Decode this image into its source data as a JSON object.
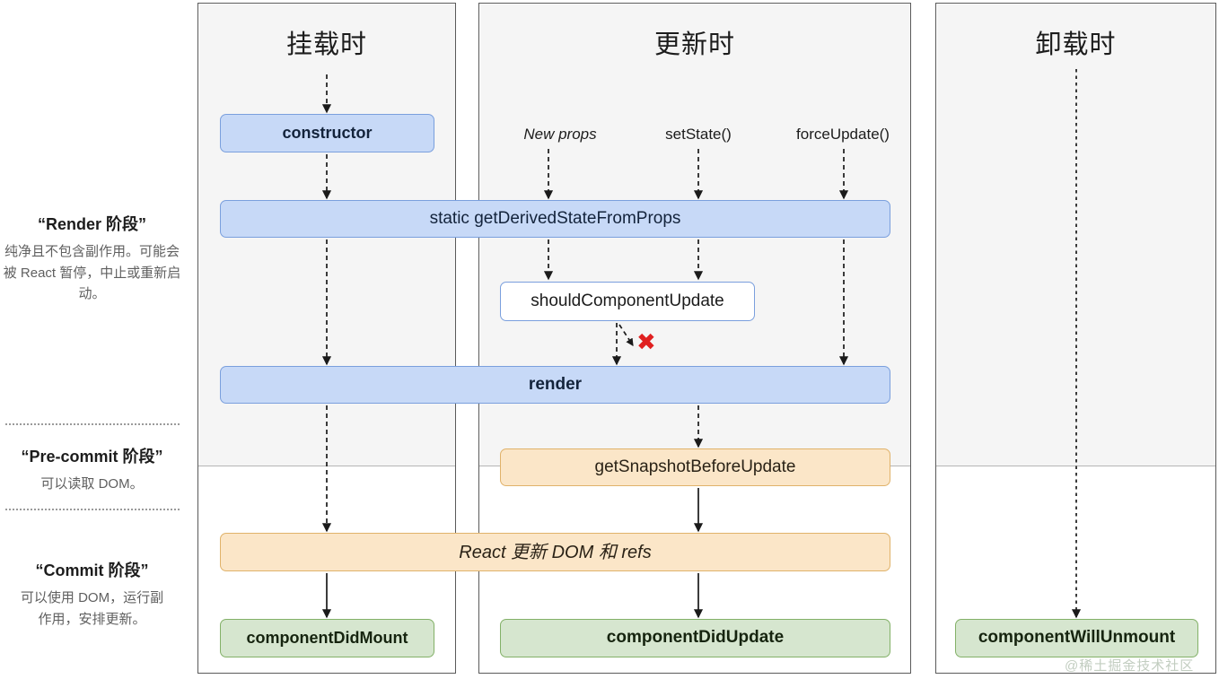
{
  "columns": [
    {
      "id": "mount",
      "title": "挂载时"
    },
    {
      "id": "update",
      "title": "更新时"
    },
    {
      "id": "unmount",
      "title": "卸载时"
    }
  ],
  "phases": [
    {
      "id": "render",
      "title": "“Render 阶段”",
      "body": "纯净且不包含副作用。可能会被 React 暂停，中止或重新启动。"
    },
    {
      "id": "pre-commit",
      "title": "“Pre-commit 阶段”",
      "body": "可以读取 DOM。"
    },
    {
      "id": "commit",
      "title": "“Commit 阶段”",
      "body": "可以使用 DOM，运行副作用，安排更新。"
    }
  ],
  "triggers": [
    {
      "id": "new-props",
      "label": "New props",
      "italic": true
    },
    {
      "id": "set-state",
      "label": "setState()",
      "italic": false
    },
    {
      "id": "force-update",
      "label": "forceUpdate()",
      "italic": false
    }
  ],
  "nodes": {
    "constructor": "constructor",
    "get_derived_state": "static getDerivedStateFromProps",
    "should_component_update": "shouldComponentUpdate",
    "render": "render",
    "get_snapshot": "getSnapshotBeforeUpdate",
    "react_updates_dom": "React 更新 DOM 和 refs",
    "component_did_mount": "componentDidMount",
    "component_did_update": "componentDidUpdate",
    "component_will_unmount": "componentWillUnmount"
  },
  "annotations": {
    "skip_render_mark": "✖"
  },
  "watermark": "@稀土掘金技术社区",
  "colors": {
    "blue_fill": "#c7d9f7",
    "blue_border": "#7a9fdd",
    "amber_fill": "#fbe6c8",
    "amber_border": "#e0b26a",
    "green_fill": "#d6e6cf",
    "green_border": "#83b168",
    "panel_shade": "#f5f5f5",
    "panel_border": "#5a5a5a",
    "skip_mark": "#e02020"
  }
}
